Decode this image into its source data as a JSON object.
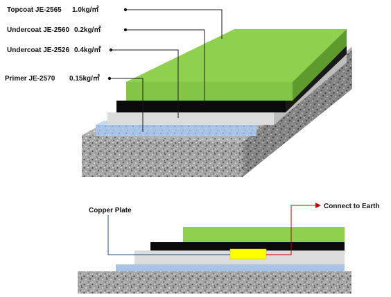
{
  "layers": [
    {
      "label": "Topcoat  JE-2565",
      "rate": "1.0kg/㎡"
    },
    {
      "label": "Undercoat  JE-2560",
      "rate": "0.2kg/㎡"
    },
    {
      "label": "Undercoat  JE-2526",
      "rate": "0.4kg/㎡"
    },
    {
      "label": "Primer  JE-2570",
      "rate": "0.15kg/㎡"
    }
  ],
  "section": {
    "copper_label": "Copper Plate",
    "earth_label": "Connect to Earth"
  },
  "colors": {
    "topcoat": "#8fd14f",
    "undercoat_black": "#0a0a0a",
    "undercoat_white": "#dcdcdc",
    "primer": "#a7c4e6",
    "concrete": "#9a9a9a",
    "copper_plate": "#ffff00",
    "earth_wire": "#c00000",
    "copper_wire": "#1f4e79"
  }
}
